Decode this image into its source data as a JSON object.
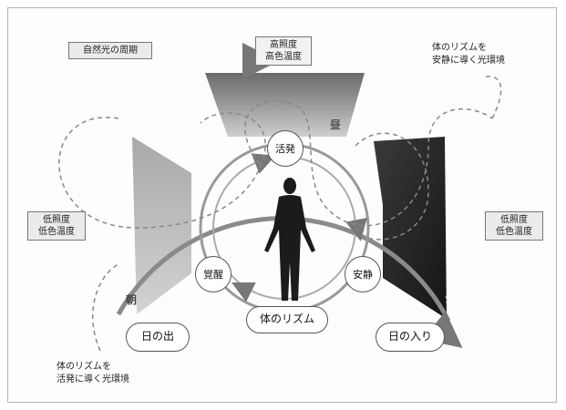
{
  "labels": {
    "natural_light_cycle": "自然光の周期",
    "top_segment_l1": "高照度",
    "top_segment_l2": "高色温度",
    "right_segment_l1": "低照度",
    "right_segment_l2": "低色温度",
    "left_segment_l1": "低照度",
    "left_segment_l2": "低色温度",
    "noon": "昼",
    "evening": "夕",
    "morning": "朝",
    "active": "活発",
    "awake": "覚醒",
    "calm": "安静",
    "body_rhythm": "体のリズム",
    "sunrise": "日の出",
    "sunset": "日の入り",
    "note_top_l1": "体のリズムを",
    "note_top_l2": "安静に導く光環境",
    "note_bottom_l1": "体のリズムを",
    "note_bottom_l2": "活発に導く光環境"
  }
}
